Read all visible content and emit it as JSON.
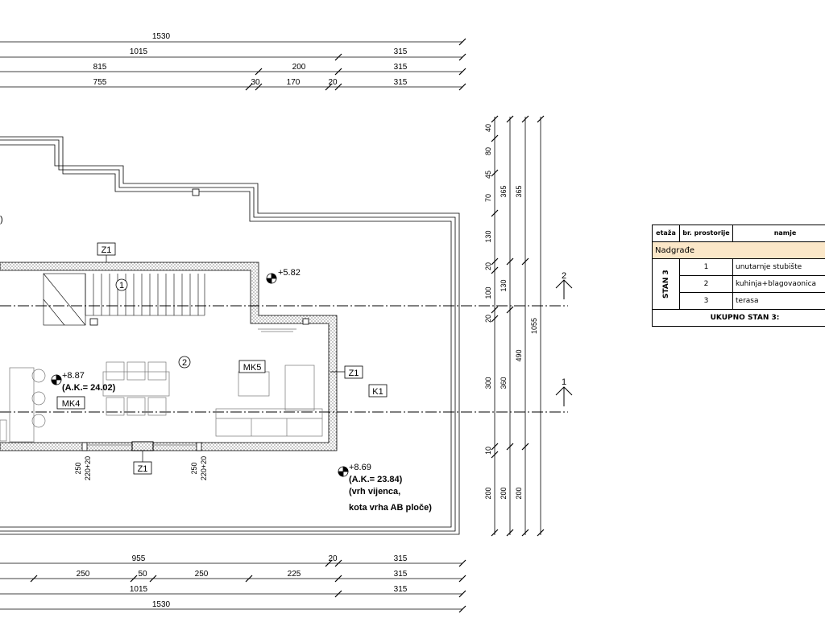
{
  "dims_top": [
    {
      "row": "overall",
      "values": [
        "1530"
      ]
    },
    {
      "row": "r2",
      "values": [
        "1015",
        "315"
      ]
    },
    {
      "row": "r3",
      "values": [
        "815",
        "200",
        "315"
      ]
    },
    {
      "row": "r4",
      "values": [
        "755",
        "30",
        "170",
        "20",
        "315"
      ]
    }
  ],
  "dims_bottom": [
    {
      "row": "r1",
      "values": [
        "955",
        "20",
        "315"
      ]
    },
    {
      "row": "r2",
      "values": [
        "250",
        "50",
        "250",
        "225",
        "315"
      ]
    },
    {
      "row": "r3",
      "values": [
        "1015",
        "315"
      ]
    },
    {
      "row": "overall",
      "values": [
        "1530"
      ]
    }
  ],
  "dims_right": {
    "col1": [
      "40",
      "80",
      "45",
      "70",
      "130",
      "20",
      "100",
      "20",
      "300",
      "10",
      "200"
    ],
    "col2": [
      "365",
      "130",
      "360",
      "200"
    ],
    "col3": [
      "365",
      "490",
      "200"
    ],
    "col4": [
      "1055"
    ]
  },
  "labels": {
    "z1_top": "Z1",
    "z1_right": "Z1",
    "z1_bottom": "Z1",
    "room1": "1",
    "room2": "2",
    "elev_582": "+5.82",
    "elev_887": "+8.87",
    "ak_2402": "(A.K.= 24.02)",
    "mk4": "MK4",
    "mk5": "MK5",
    "k1": "K1",
    "elev_869": "+8.69",
    "ak_2384": "(A.K.= 23.84)",
    "vrh": "(vrh vijenca,",
    "kota": "kota vrha AB ploče)",
    "partial_paren": ")",
    "section2": "2",
    "section1": "1",
    "win1_a": "250",
    "win1_b": "220+20",
    "win2_a": "250",
    "win2_b": "220+20"
  },
  "table": {
    "headers": {
      "etaza": "etaža",
      "br": "br. prostorije",
      "namjena": "namje"
    },
    "section": "Nadgrađe",
    "flat": "STAN 3",
    "rows": [
      {
        "num": "1",
        "name": "unutarnje stubište"
      },
      {
        "num": "2",
        "name": "kuhinja+blagovaonica"
      },
      {
        "num": "3",
        "name": "terasa"
      }
    ],
    "total": "UKUPNO STAN 3:"
  }
}
